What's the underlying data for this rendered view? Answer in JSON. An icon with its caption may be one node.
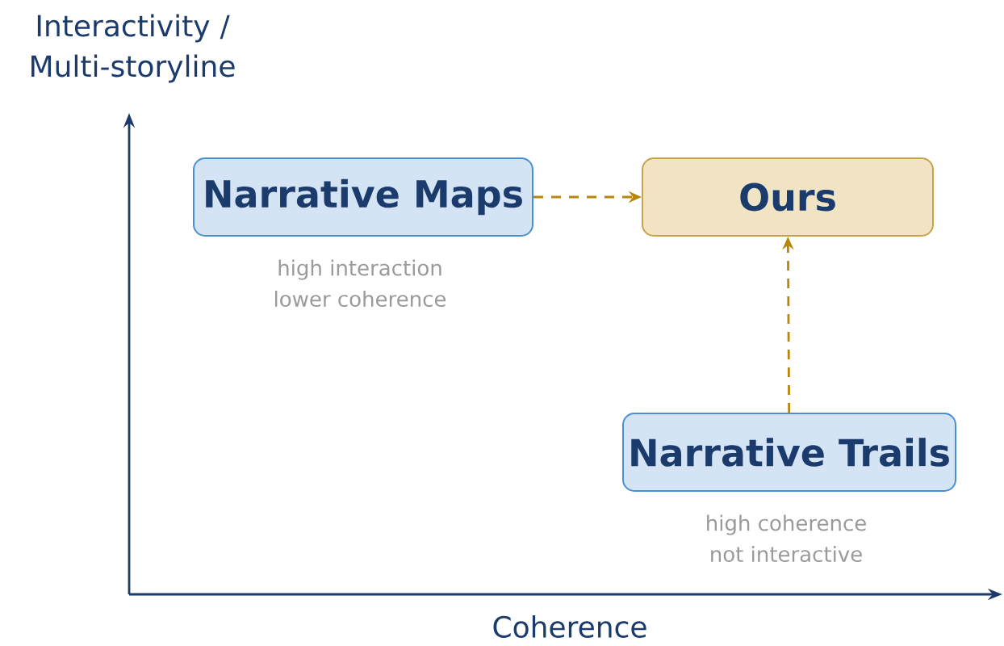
{
  "diagram": {
    "nodes": [
      {
        "text": [
          "Narrative Maps"
        ],
        "beside": [
          "high interaction",
          "lower coherence"
        ]
      },
      {
        "text": [
          "Ours"
        ]
      },
      {
        "text": [
          "Narrative Trails"
        ],
        "beside": [
          "high coherence",
          "not interactive"
        ]
      }
    ],
    "edges": [
      {
        "from": 0,
        "to": 1,
        "arrow": "to",
        "style": "dashed"
      },
      {
        "from": 2,
        "to": 1,
        "arrow": "to",
        "style": "dashed"
      }
    ],
    "labels": [
      "Interactivity / Multi-storyline",
      "Coherence"
    ]
  }
}
